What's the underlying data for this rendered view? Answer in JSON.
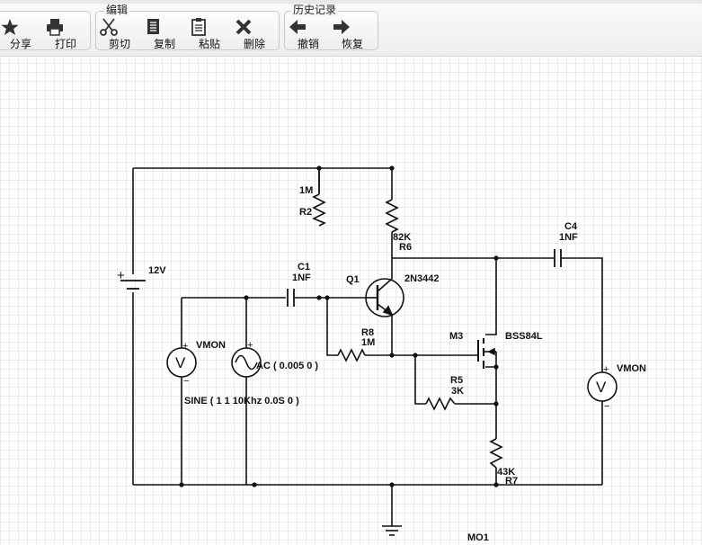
{
  "toolbar": {
    "share": "分享",
    "print": "打印",
    "edit_group": "编辑",
    "cut": "剪切",
    "copy": "复制",
    "paste": "粘贴",
    "delete": "删除",
    "history_group": "历史记录",
    "undo": "撤销",
    "redo": "恢复"
  },
  "circuit": {
    "battery_plus": "+",
    "battery": "12V",
    "r2_value": "1M",
    "r2_name": "R2",
    "r6_value": "82K",
    "r6_name": "R6",
    "c1_name": "C1",
    "c1_value": "1NF",
    "q1_name": "Q1",
    "q1_part": "2N3442",
    "c4_name": "C4",
    "c4_value": "1NF",
    "vmon_left": "VMON",
    "vmon_right": "VMON",
    "ac_label": "AC ( 0.005 0 )",
    "sine_label": "SINE ( 1 1 10Khz 0.0S 0 )",
    "r8_name": "R8",
    "r8_value": "1M",
    "m3_name": "M3",
    "m3_part": "BSS84L",
    "r5_name": "R5",
    "r5_value": "3K",
    "r7_value": "43K",
    "r7_name": "R7",
    "ground_label": "MO1",
    "meter_glyph": "V",
    "plus": "+",
    "minus": "−"
  }
}
